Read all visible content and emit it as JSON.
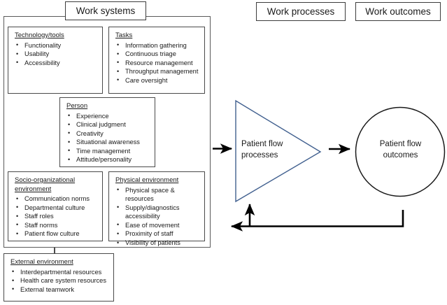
{
  "diagram": {
    "title_boxes": {
      "work_systems": "Work systems",
      "work_processes": "Work processes",
      "work_outcomes": "Work outcomes"
    },
    "panels": [
      {
        "key": "technology_tools",
        "heading": "Technology/tools",
        "items": [
          "Functionality",
          "Usability",
          "Accessibility"
        ]
      },
      {
        "key": "tasks",
        "heading": "Tasks",
        "items": [
          "Information gathering",
          "Continuous triage",
          "Resource management",
          "Throughput management",
          "Care oversight"
        ]
      },
      {
        "key": "person",
        "heading": "Person",
        "items": [
          "Experience",
          "Clinical judgment",
          "Creativity",
          "Situational awareness",
          "Time management",
          "Attitude/personality"
        ]
      },
      {
        "key": "socio_organizational_environment",
        "heading": "Socio-organizational\nenvironment",
        "items": [
          "Communication norms",
          "Departmental culture",
          "Staff roles",
          "Staff norms",
          "Patient flow culture"
        ]
      },
      {
        "key": "physical_environment",
        "heading": "Physical environment",
        "items": [
          "Physical space & resources",
          "Supply/diagnostics accessibility",
          "Ease of movement",
          "Proximity of staff",
          "Visibility of patients"
        ]
      },
      {
        "key": "external_environment",
        "heading": "External environment",
        "items": [
          "Interdepartmental resources",
          "Health care system resources",
          "External teamwork"
        ]
      }
    ],
    "shapes": {
      "triangle_label_line1": "Patient flow",
      "triangle_label_line2": "processes",
      "circle_label_line1": "Patient flow",
      "circle_label_line2": "outcomes"
    },
    "colors": {
      "triangle_stroke": "#41608f",
      "circle_stroke": "#1a1a1a",
      "box_stroke": "#4a4a4a",
      "arrow": "#000000",
      "background": "#ffffff",
      "text": "#1a1a1a"
    }
  }
}
